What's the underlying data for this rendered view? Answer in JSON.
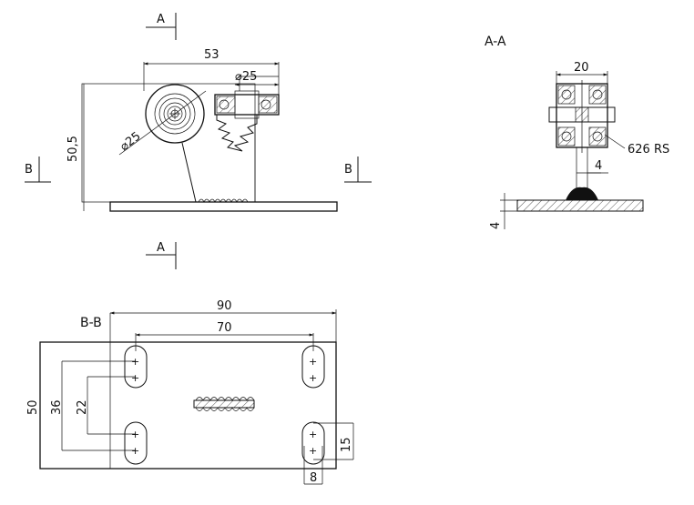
{
  "section_labels": {
    "aa_title": "A-A",
    "bb_title": "B-B",
    "cut_a_top": "A",
    "cut_a_bottom": "A",
    "cut_b_left": "B",
    "cut_b_right": "B"
  },
  "front_view": {
    "dim_width": "53",
    "dim_bearing_dia": "⌀25",
    "dim_height": "50,5",
    "dim_wheel_dia": "⌀25"
  },
  "section_aa": {
    "dim_width": "20",
    "dim_web": "4",
    "dim_plate": "4",
    "bearing_callout": "626 RS"
  },
  "section_bb": {
    "dim_length": "90",
    "dim_holes_pitch": "70",
    "dim_height": "50",
    "dim_span_outer": "36",
    "dim_span_inner": "22",
    "dim_slot_length": "15",
    "dim_slot_width": "8"
  },
  "colors": {
    "line": "#111111",
    "background": "#ffffff"
  }
}
